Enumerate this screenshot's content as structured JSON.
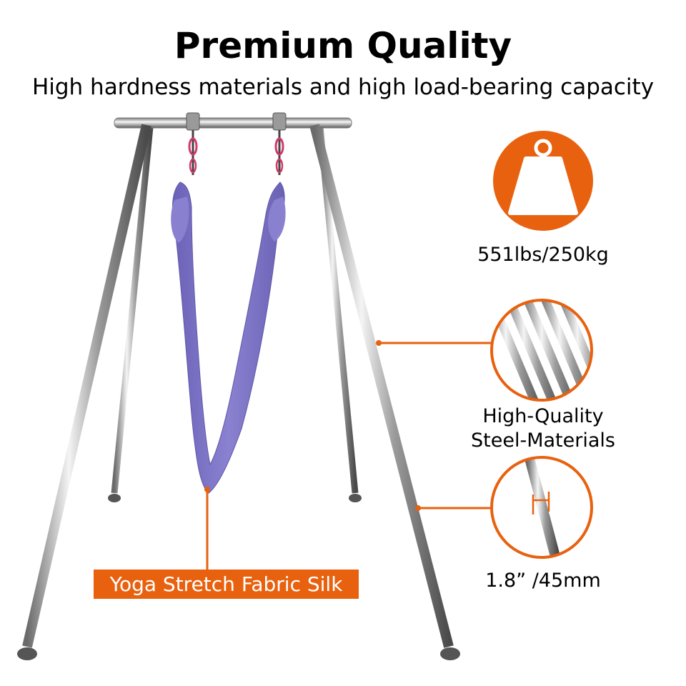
{
  "header": {
    "title": "Premium Quality",
    "subtitle": "High hardness materials and high load-bearing capacity"
  },
  "features": {
    "weight": {
      "label": "551lbs/250kg",
      "icon": "weight-icon"
    },
    "steel": {
      "label_line1": "High-Quality",
      "label_line2": "Steel-Materials",
      "icon": "steel-tubes-icon"
    },
    "diameter": {
      "label": "1.8” /45mm",
      "icon": "tube-diameter-icon"
    }
  },
  "fabric": {
    "label": "Yoga Stretch Fabric Silk"
  },
  "colors": {
    "accent": "#e8610f",
    "fabric": "#7f76c6",
    "steel": "#c8c8c8"
  }
}
